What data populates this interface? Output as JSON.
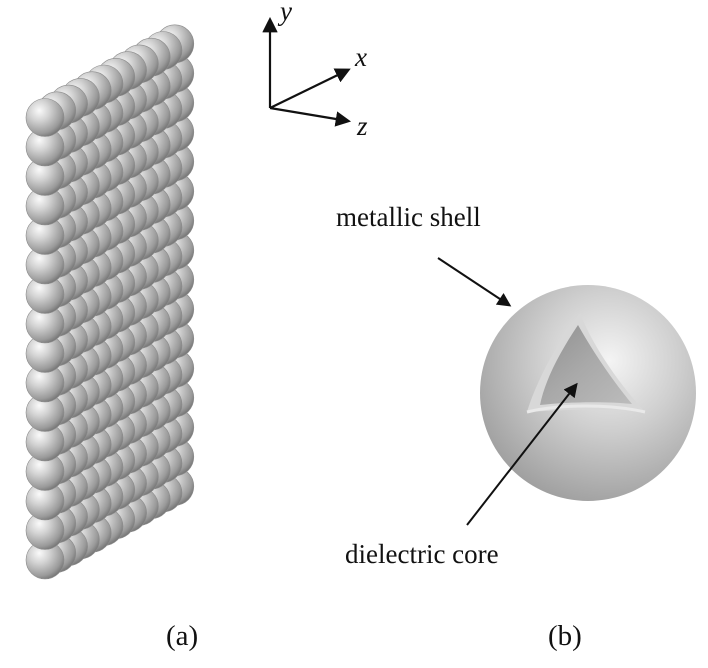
{
  "axes": {
    "y_label": "y",
    "x_label": "x",
    "z_label": "z"
  },
  "array": {
    "rows": 16,
    "columns": 12,
    "sphere_color": "#bdbdbd"
  },
  "particle": {
    "shell_label": "metallic shell",
    "core_label": "dielectric core",
    "shell_color": "#c4c4c4",
    "core_color": "#a8a8a8"
  },
  "panels": {
    "a_label": "(a)",
    "b_label": "(b)"
  }
}
